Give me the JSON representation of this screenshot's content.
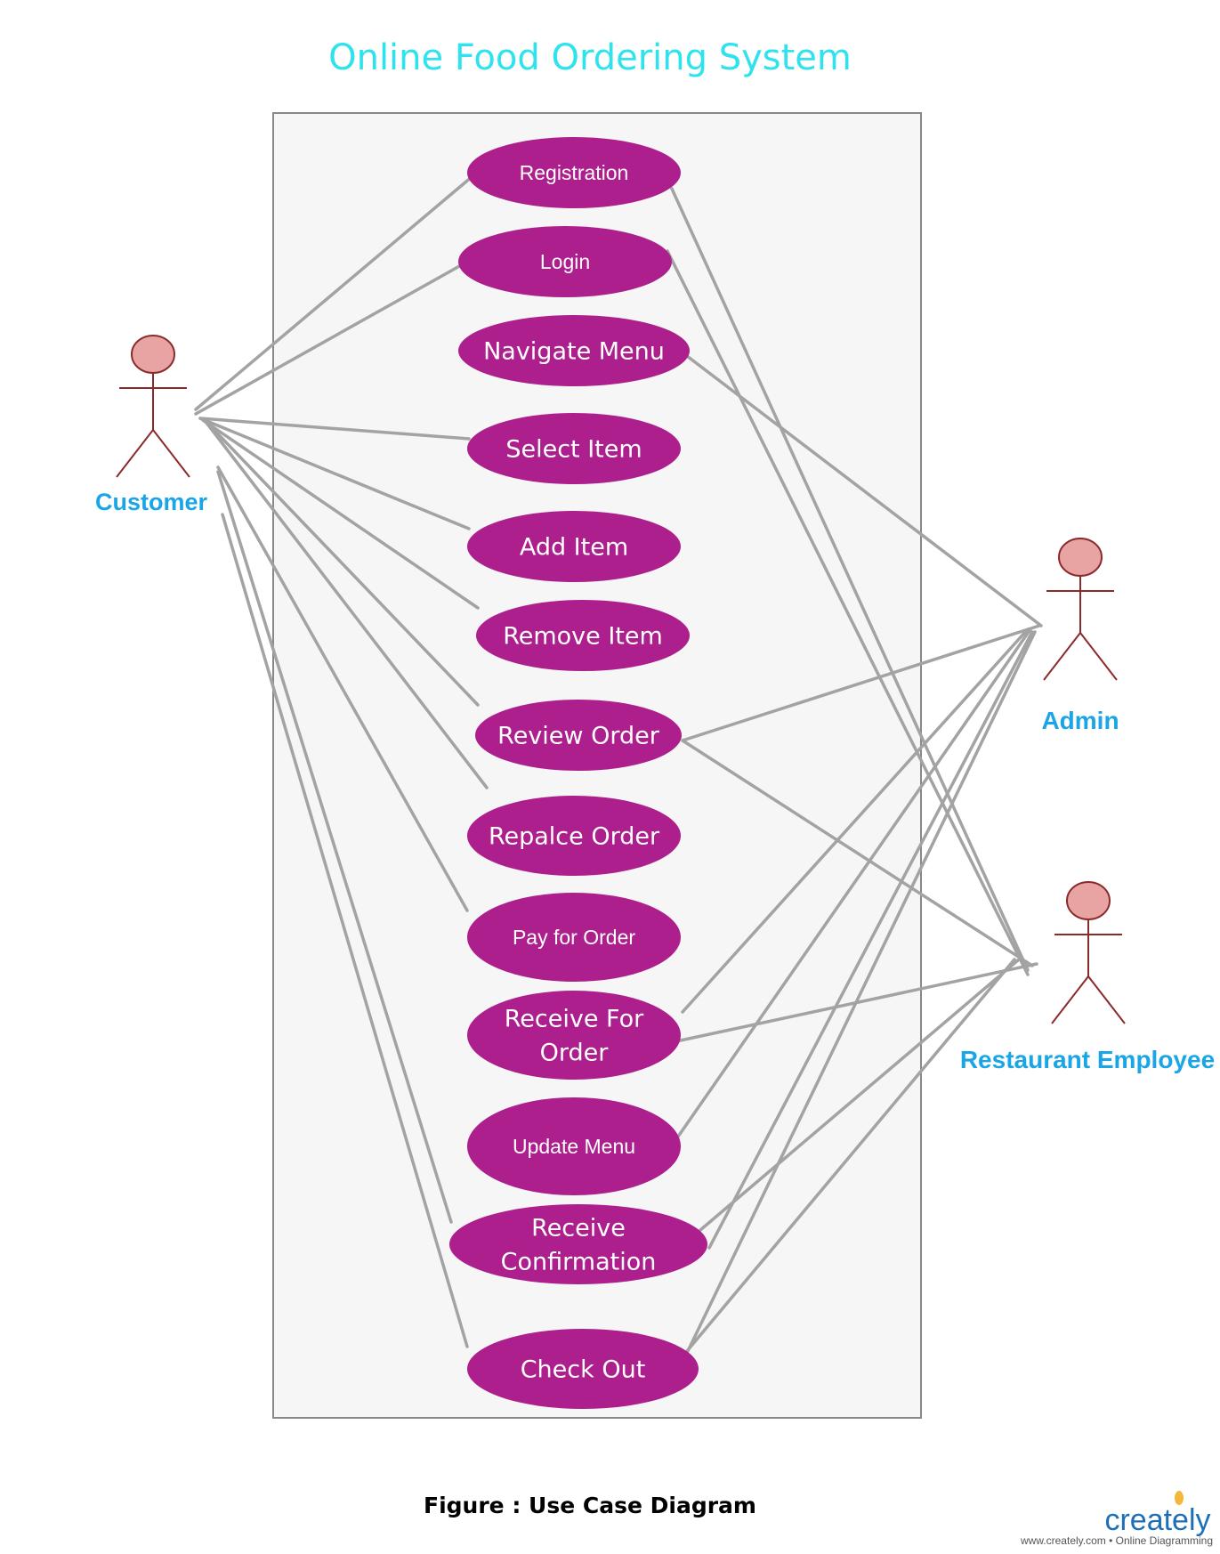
{
  "title": "Online Food Ordering System",
  "caption": "Figure :  Use Case Diagram",
  "colors": {
    "title": "#2ee3ee",
    "actor_label": "#1aa6e6",
    "use_case_fill": "#ad1f8d",
    "boundary_fill": "#f5f6f5",
    "boundary_stroke": "#888888",
    "connector": "#a3a3a3",
    "actor_head": "#e8a3a3",
    "actor_stroke": "#8b2a2a"
  },
  "actors": [
    {
      "id": "customer",
      "label": "Customer"
    },
    {
      "id": "admin",
      "label": "Admin"
    },
    {
      "id": "employee",
      "label": "Restaurant Employee"
    }
  ],
  "use_cases": [
    {
      "id": "registration",
      "lines": [
        "Registration"
      ]
    },
    {
      "id": "login",
      "lines": [
        "Login"
      ]
    },
    {
      "id": "navigate-menu",
      "lines": [
        "Navigate Menu"
      ]
    },
    {
      "id": "select-item",
      "lines": [
        "Select Item"
      ]
    },
    {
      "id": "add-item",
      "lines": [
        "Add Item"
      ]
    },
    {
      "id": "remove-item",
      "lines": [
        "Remove Item"
      ]
    },
    {
      "id": "review-order",
      "lines": [
        "Review Order"
      ]
    },
    {
      "id": "repalce-order",
      "lines": [
        "Repalce Order"
      ]
    },
    {
      "id": "pay-for-order",
      "lines": [
        "Pay for Order"
      ]
    },
    {
      "id": "receive-for-order",
      "lines": [
        "Receive For",
        "Order"
      ]
    },
    {
      "id": "update-menu",
      "lines": [
        "Update Menu"
      ]
    },
    {
      "id": "receive-confirmation",
      "lines": [
        "Receive",
        "Confirmation"
      ]
    },
    {
      "id": "check-out",
      "lines": [
        "Check Out"
      ]
    }
  ],
  "associations": [
    [
      "customer",
      "registration"
    ],
    [
      "customer",
      "login"
    ],
    [
      "customer",
      "select-item"
    ],
    [
      "customer",
      "add-item"
    ],
    [
      "customer",
      "remove-item"
    ],
    [
      "customer",
      "review-order"
    ],
    [
      "customer",
      "repalce-order"
    ],
    [
      "customer",
      "pay-for-order"
    ],
    [
      "customer",
      "receive-confirmation"
    ],
    [
      "customer",
      "check-out"
    ],
    [
      "admin",
      "navigate-menu"
    ],
    [
      "admin",
      "review-order"
    ],
    [
      "admin",
      "receive-for-order"
    ],
    [
      "admin",
      "update-menu"
    ],
    [
      "admin",
      "receive-confirmation"
    ],
    [
      "admin",
      "check-out"
    ],
    [
      "employee",
      "registration"
    ],
    [
      "employee",
      "login"
    ],
    [
      "employee",
      "review-order"
    ],
    [
      "employee",
      "receive-for-order"
    ],
    [
      "employee",
      "receive-confirmation"
    ],
    [
      "employee",
      "check-out"
    ]
  ],
  "branding": {
    "logo_text": "creately",
    "tagline": "www.creately.com • Online Diagramming"
  }
}
